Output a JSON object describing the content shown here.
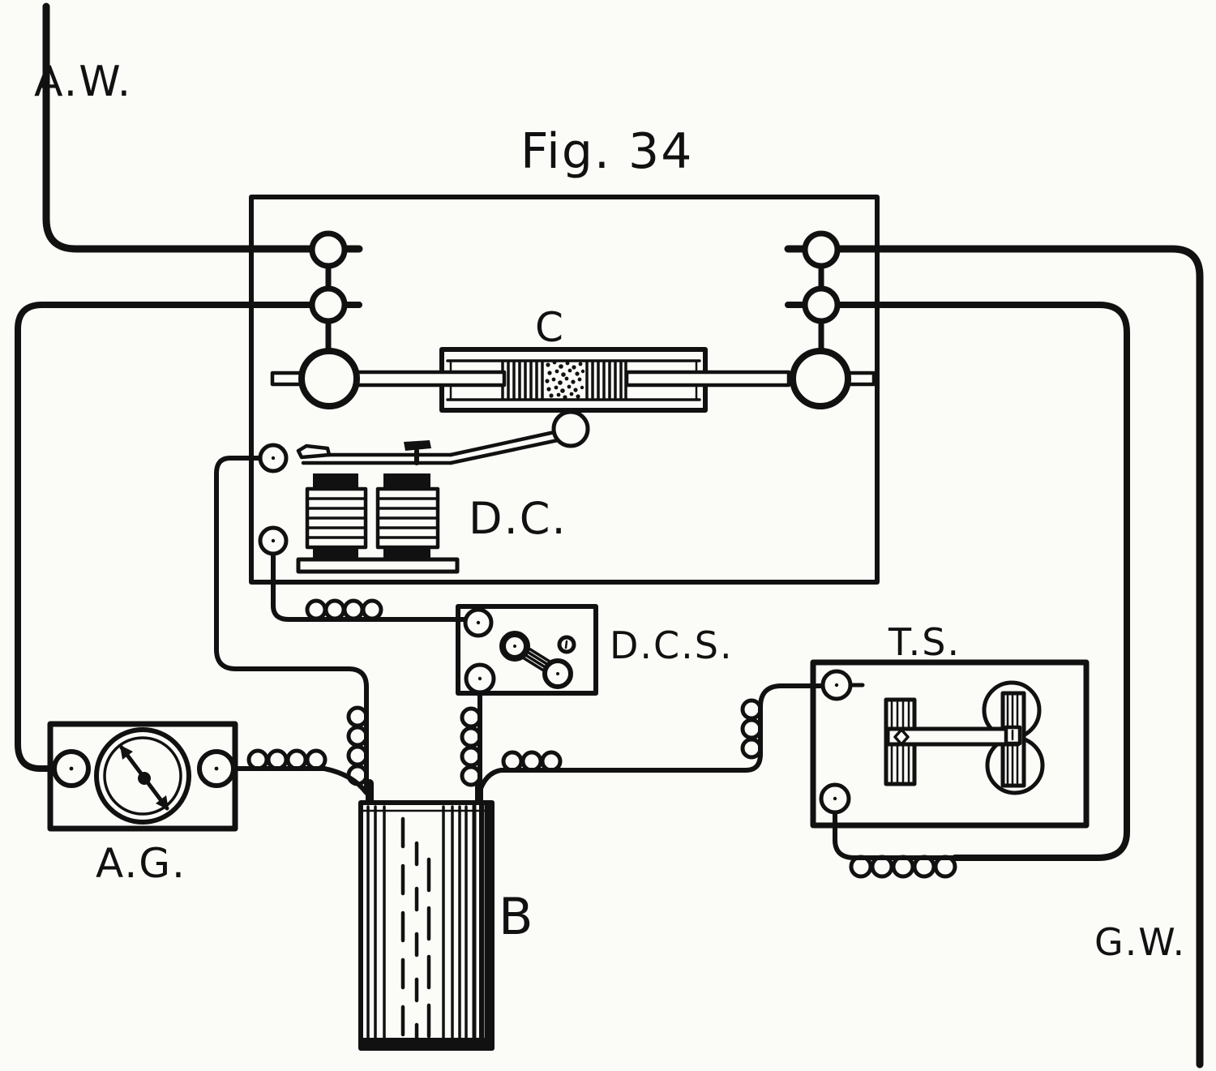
{
  "figure": {
    "title": "Fig. 34"
  },
  "labels": {
    "aerial_wire": "A.W.",
    "coherer": "C",
    "decoherer_coils": "D.C.",
    "decoherer_switch": "D.C.S.",
    "telegraph_sounder": "T.S.",
    "galvanometer": "A.G.",
    "battery": "B",
    "ground_wire": "G.W."
  },
  "colors": {
    "ink": "#111111",
    "paper": "#fbfbf8"
  }
}
